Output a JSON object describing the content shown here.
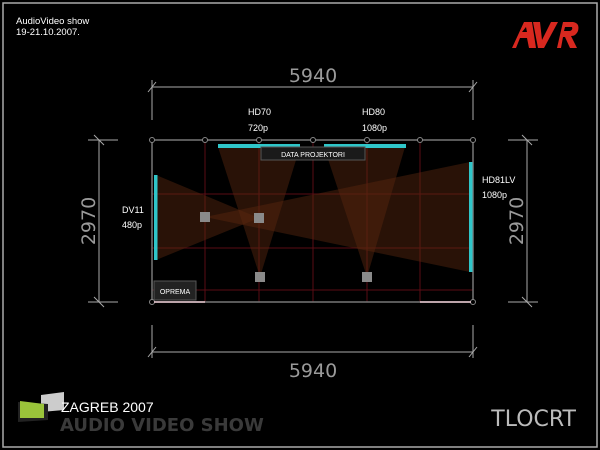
{
  "header": {
    "event_name": "AudioVideo show",
    "dates": "19-21.10.2007.",
    "brand_logo": "AVR"
  },
  "dimensions": {
    "top_width": "5940",
    "bottom_width": "5940",
    "left_depth": "2970",
    "right_depth": "2970"
  },
  "screens": [
    {
      "model": "HD70",
      "resolution": "720p"
    },
    {
      "model": "HD80",
      "resolution": "1080p"
    },
    {
      "model": "DV11",
      "resolution": "480p"
    },
    {
      "model": "HD81LV",
      "resolution": "1080p"
    }
  ],
  "labels": {
    "data_projectors": "DATA PROJEKTORI",
    "equipment": "OPREMA"
  },
  "footer": {
    "city_year": "ZAGREB 2007",
    "show_name": "AUDIO VIDEO SHOW",
    "plan_title": "TLOCRT"
  },
  "colors": {
    "screen": "#2fc6c9",
    "brand": "#d8281f",
    "logo_green": "#9ac43a"
  }
}
